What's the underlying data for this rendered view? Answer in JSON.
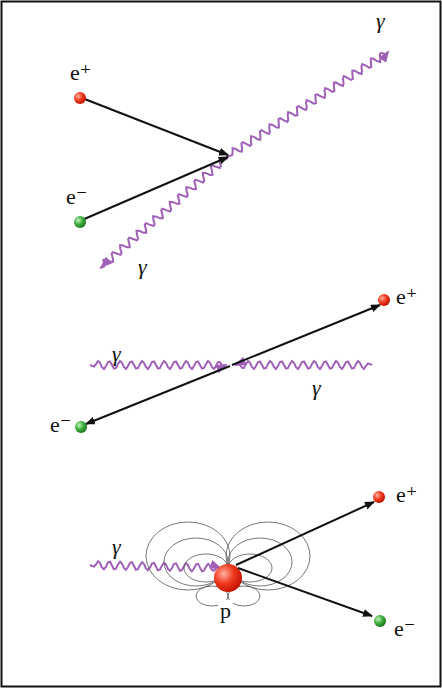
{
  "diagram": {
    "labels": [
      "e⁺",
      "e⁻",
      "γ",
      "γ",
      "γ",
      "e⁺",
      "γ",
      "e⁻",
      "γ",
      "e⁺",
      "p",
      "e⁻"
    ]
  }
}
